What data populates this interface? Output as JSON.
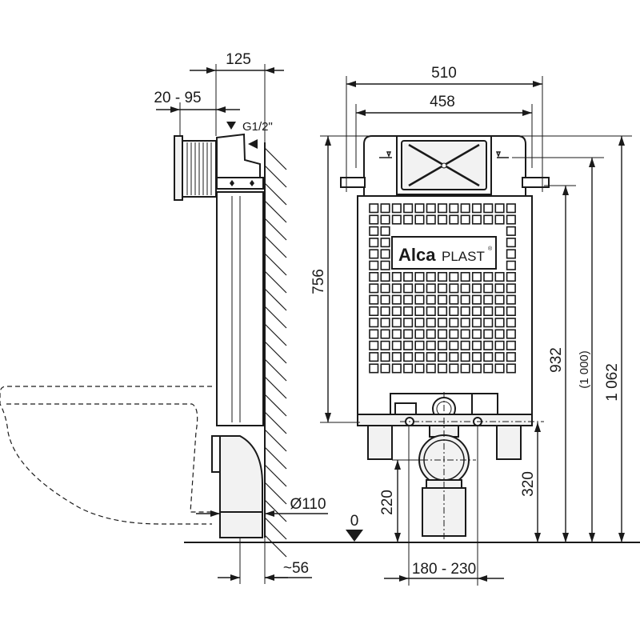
{
  "side_view": {
    "dim_depth": "125",
    "dim_adjust": "20 - 95",
    "water_connection": "G1/2\"",
    "dim_pipe_diameter": "Ø110",
    "dim_offset": "~56"
  },
  "front_view": {
    "dim_frame_width": "510",
    "dim_inner_width": "458",
    "dim_tank_height": "756",
    "dim_932": "932",
    "dim_1000": "(1 000)",
    "dim_1062": "1 062",
    "dim_320": "320",
    "dim_220": "220",
    "floor_level": "0",
    "dim_bolt_spacing": "180 - 230",
    "logo_text_bold": "Alca",
    "logo_text_light": "PLAST",
    "logo_mark": "®"
  },
  "colors": {
    "line": "#1a1a1a",
    "fill": "#f2f2f2"
  }
}
